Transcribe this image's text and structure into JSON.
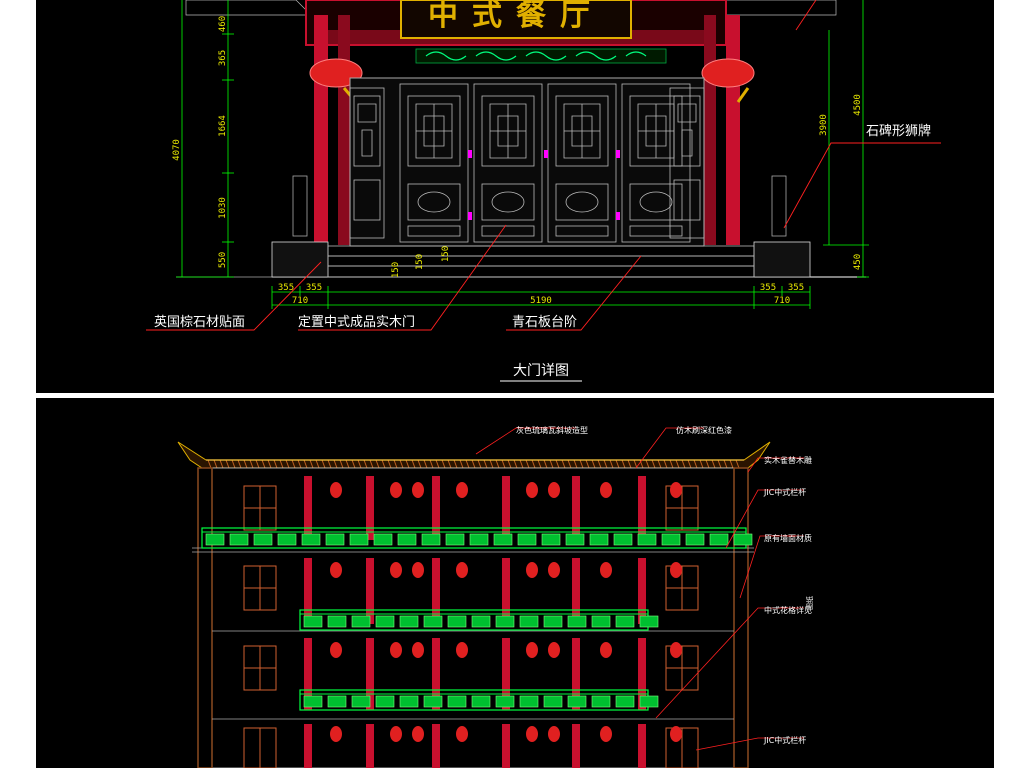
{
  "signboard": {
    "title": "中式餐厅"
  },
  "gate_detail": {
    "caption": "大门详图",
    "dims_left": [
      "460",
      "365",
      "1664",
      "1030",
      "550",
      "4070"
    ],
    "dims_right": [
      "3900",
      "4500",
      "450"
    ],
    "dims_bottom": {
      "left_a": "355",
      "left_b": "355",
      "left_total": "710",
      "center": "5190",
      "right_a": "355",
      "right_b": "355",
      "right_total": "710"
    },
    "step_dims": [
      "150",
      "150",
      "150"
    ],
    "callouts": {
      "lion_plaque": "石碑形狮牌",
      "stone_facing": "英国棕石材贴面",
      "wood_door": "定置中式成品实木门",
      "stone_step": "青石板台阶"
    }
  },
  "facade": {
    "callouts": {
      "roof_tile": "灰色琉璃瓦斜坡造型",
      "eave_beam": "仿木刷深红色漆",
      "eave_bracket": "实木雀替木雕",
      "railing_top": "JIC中式栏杆",
      "wall_finish": "原有墙面材质",
      "window": "中式花格详见",
      "window_ref": "图纸",
      "railing_bottom": "JIC中式栏杆"
    }
  },
  "colors": {
    "background": "#000000",
    "frame": "#ffffff",
    "column_red": "#c8102e",
    "lantern_red": "#e02020",
    "gold": "#e0b000",
    "railing_green": "#00ff40",
    "dim_green": "#00ff00",
    "dim_yellow": "#e8e800",
    "wood_brown": "#8a4a20"
  }
}
